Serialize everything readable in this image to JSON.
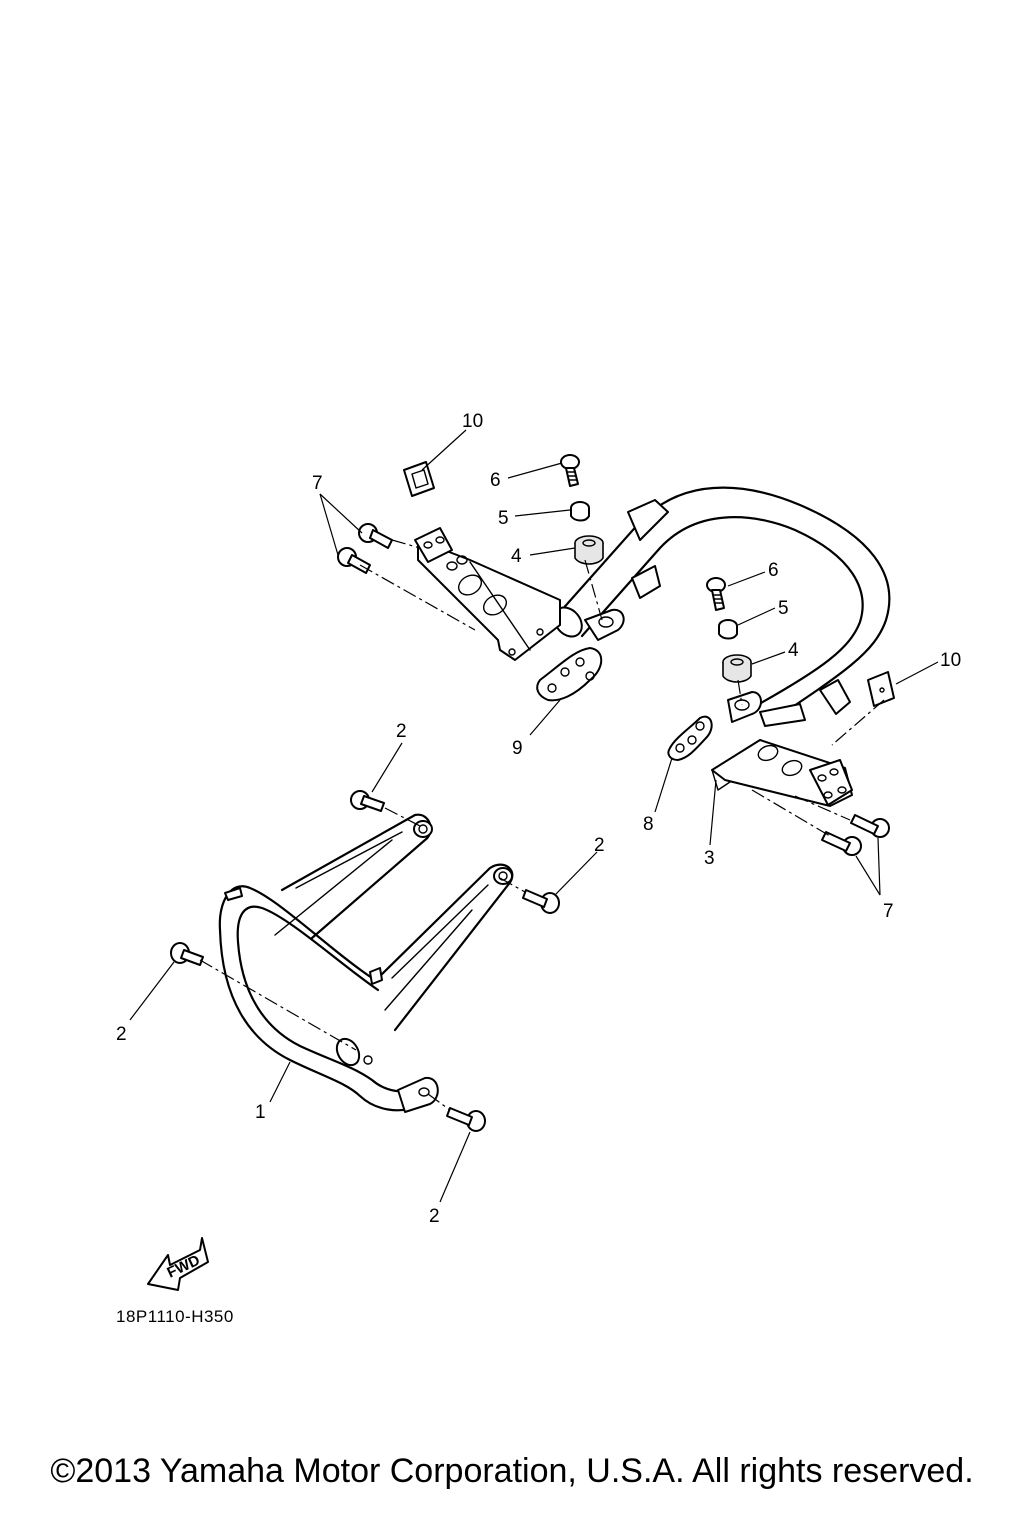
{
  "diagram_code": "18P1110-H350",
  "fwd_label": "FWD",
  "copyright": "©2013 Yamaha Motor Corporation, U.S.A. All rights reserved.",
  "callouts": {
    "c1": "1",
    "c2a": "2",
    "c2b": "2",
    "c2c": "2",
    "c2d": "2",
    "c3": "3",
    "c4a": "4",
    "c4b": "4",
    "c5a": "5",
    "c5b": "5",
    "c6a": "6",
    "c6b": "6",
    "c7a": "7",
    "c7b": "7",
    "c8": "8",
    "c9": "9",
    "c10a": "10",
    "c10b": "10"
  }
}
